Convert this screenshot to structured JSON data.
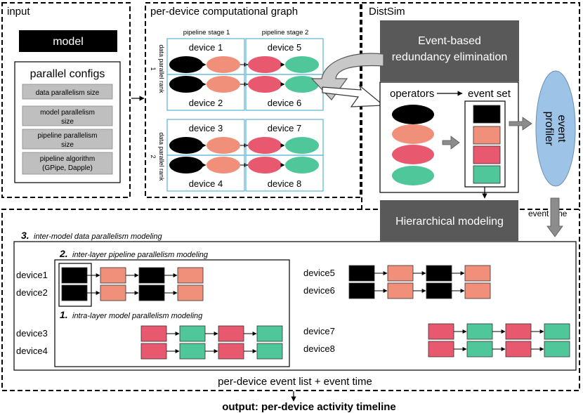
{
  "input": {
    "title": "input",
    "model": "model",
    "parallel_configs": "parallel configs",
    "configs": [
      [
        "data parallelism size"
      ],
      [
        "model parallelism",
        "size"
      ],
      [
        "pipeline parallelism",
        "size"
      ],
      [
        "pipeline algorithm",
        "(GPipe, Dapple)"
      ]
    ]
  },
  "graph": {
    "title": "per-device computational graph",
    "stage1": "pipeline stage 1",
    "stage2": "pipeline stage 2",
    "rank1": [
      "data parallel rank",
      "1"
    ],
    "rank2": [
      "data parallel rank",
      "2"
    ],
    "devices": [
      "device 1",
      "device 2",
      "device 3",
      "device 4",
      "device 5",
      "device 6",
      "device 7",
      "device 8"
    ]
  },
  "distsim": {
    "title": "DistSim",
    "redundancy": [
      "Event-based",
      "redundancy elimination"
    ],
    "operators": "operators",
    "event_set": "event set",
    "profiler": [
      "event",
      "profiler"
    ],
    "event_time": "event time",
    "hierarchical": "Hierarchical modeling"
  },
  "modeling": {
    "level3": {
      "num": "3.",
      "text": "inter-model data parallelism modeling"
    },
    "level2": {
      "num": "2.",
      "text": "inter-layer pipeline parallelism modeling"
    },
    "level1": {
      "num": "1.",
      "text": "intra-layer model parallelism modeling"
    },
    "devices": [
      "device1",
      "device2",
      "device3",
      "device4",
      "device5",
      "device6",
      "device7",
      "device8"
    ]
  },
  "footer": {
    "event_list": "per-device event list + event time",
    "output": "output: per-device activity timeline"
  },
  "colors": {
    "black": "#000000",
    "salmon": "#f0907a",
    "red": "#e8586e",
    "green": "#4fc79a",
    "gray_box": "#595959",
    "config_gray": "#bfbfbf",
    "device_border": "#5ab4d6",
    "profiler_fill": "#9dc3e6",
    "arrow_gray": "#8c8c8c"
  }
}
